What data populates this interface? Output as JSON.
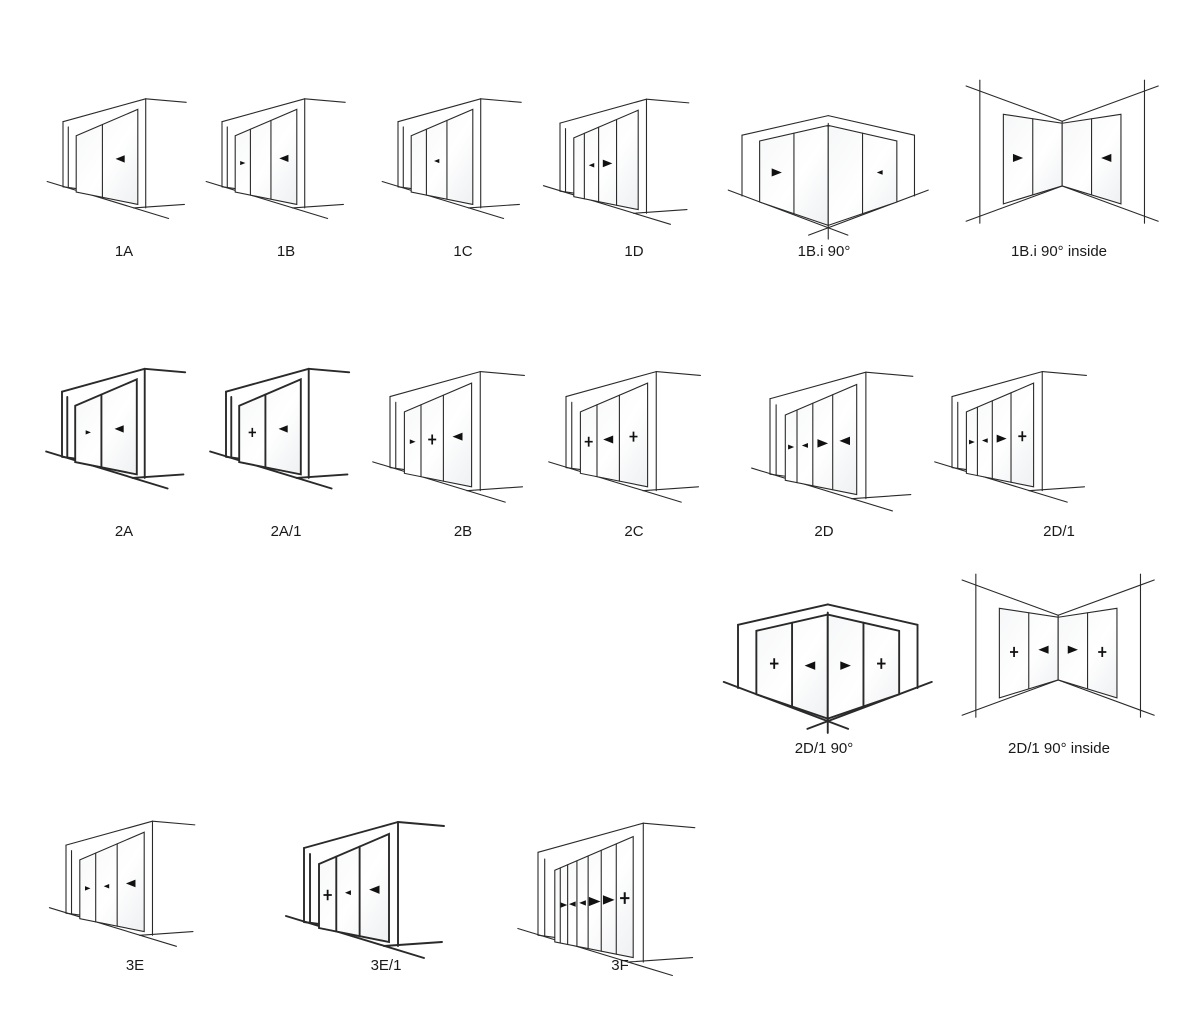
{
  "diagrams": [
    {
      "label": "1A",
      "kind": "corner",
      "panels": [
        "",
        "<"
      ]
    },
    {
      "label": "1B",
      "kind": "corner",
      "panels": [
        "s>",
        "",
        "<"
      ]
    },
    {
      "label": "1C",
      "kind": "corner",
      "panels": [
        "",
        "s<",
        ""
      ]
    },
    {
      "label": "1D",
      "kind": "corner",
      "panels": [
        "",
        "s<",
        ">",
        ""
      ]
    },
    {
      "label": "1B.i 90°",
      "kind": "outer",
      "left": [
        ">",
        ""
      ],
      "right": [
        "",
        "s<"
      ]
    },
    {
      "label": "1B.i 90° inside",
      "kind": "inner",
      "left": [
        ">",
        ""
      ],
      "right": [
        "",
        "<"
      ]
    },
    {
      "label": "2A",
      "kind": "corner",
      "heavy": true,
      "panels": [
        "s>",
        "<"
      ]
    },
    {
      "label": "2A/1",
      "kind": "corner",
      "heavy": true,
      "panels": [
        "+",
        "<"
      ]
    },
    {
      "label": "2B",
      "kind": "corner",
      "panels": [
        "s>",
        "+",
        "<"
      ]
    },
    {
      "label": "2C",
      "kind": "corner",
      "panels": [
        "+",
        "<",
        "+"
      ]
    },
    {
      "label": "2D",
      "kind": "corner",
      "panels": [
        "s>",
        "s<",
        ">",
        "<"
      ]
    },
    {
      "label": "2D/1",
      "kind": "corner",
      "panels": [
        "s>",
        "s<",
        ">",
        "+"
      ]
    },
    {
      "label": "2D/1 90°",
      "kind": "outer",
      "heavy": true,
      "left": [
        "+",
        "<"
      ],
      "right": [
        ">",
        "+"
      ]
    },
    {
      "label": "2D/1 90° inside",
      "kind": "inner",
      "left": [
        "+",
        "<"
      ],
      "right": [
        ">",
        "+"
      ]
    },
    {
      "label": "3E",
      "kind": "corner",
      "panels": [
        "s>",
        "s<",
        "<"
      ]
    },
    {
      "label": "3E/1",
      "kind": "corner",
      "heavy": true,
      "panels": [
        "+",
        "s<",
        "<"
      ]
    },
    {
      "label": "3F",
      "kind": "corner",
      "panels": [
        "",
        "s>",
        "s<",
        "s<",
        ">",
        ">",
        "+"
      ]
    }
  ]
}
